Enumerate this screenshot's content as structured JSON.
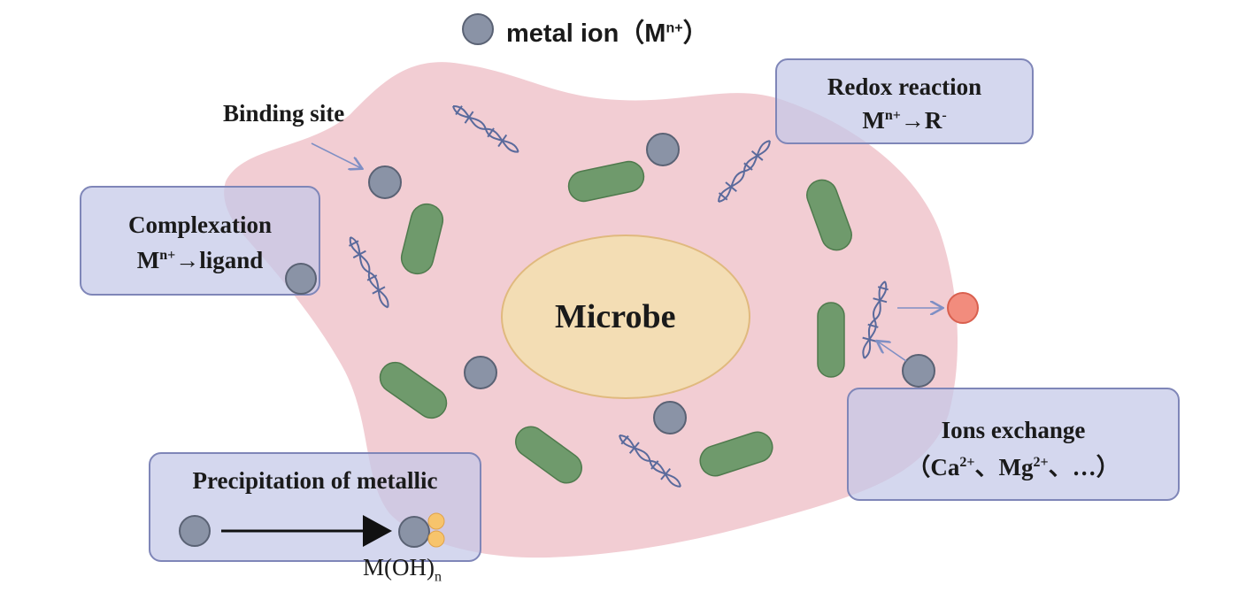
{
  "legend": {
    "text": "metal ion（M",
    "sup": "n+",
    "close": "）",
    "icon": "metal-ion-dot"
  },
  "labels": {
    "binding_site": "Binding site",
    "microbe": "Microbe",
    "hydroxide_base": "M(OH)",
    "hydroxide_sub": "n"
  },
  "boxes": {
    "complexation": {
      "title": "Complexation",
      "eq_prefix": "M",
      "eq_sup": "n+",
      "eq_suffix": "→ligand"
    },
    "redox": {
      "title": "Redox reaction",
      "eq_prefix": "M",
      "eq_sup": "n+",
      "eq_mid": "→R",
      "eq_sup2": "-"
    },
    "ions_exchange": {
      "title": "Ions exchange",
      "eq_open": "（Ca",
      "eq_sup1": "2+",
      "eq_mid": "、Mg",
      "eq_sup2": "2+",
      "eq_close": "、…）"
    },
    "precipitation": {
      "title": "Precipitation of metallic"
    }
  },
  "colors": {
    "cell_fill": "#f2cdd3",
    "nucleus_fill": "#f3ddb4",
    "nucleus_stroke": "#e0b97e",
    "bacterium_fill": "#6f9a6c",
    "metal_ion": "#8a93a6",
    "exchanged_ion": "#f28c7d",
    "hydroxide": "#f7c46c",
    "dna": "#5a6a9c",
    "arrow": "#7f8fc4"
  }
}
